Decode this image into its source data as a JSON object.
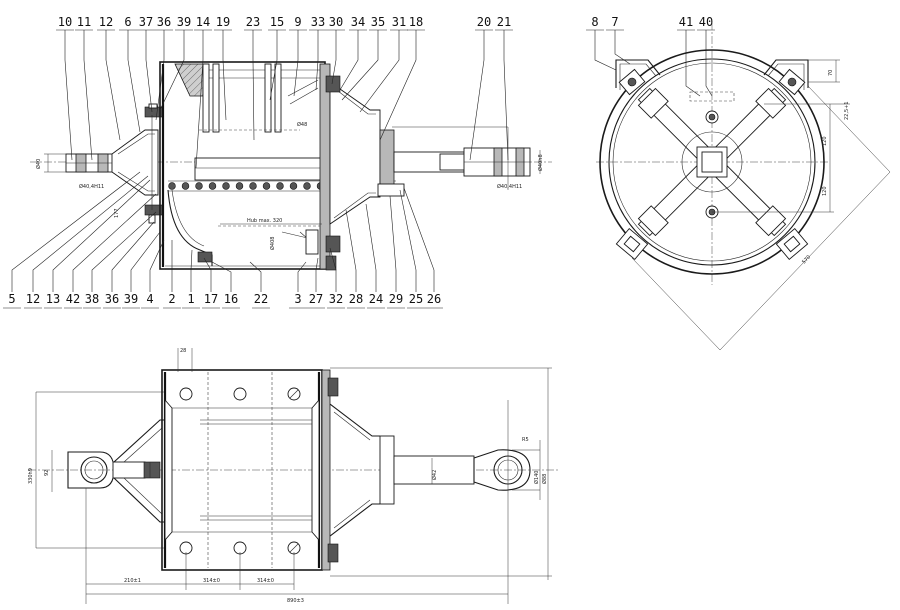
{
  "view_section": {
    "top_labels": [
      "10",
      "11",
      "12",
      "6",
      "37",
      "36",
      "39",
      "14",
      "19",
      "23",
      "15",
      "9",
      "33",
      "30",
      "34",
      "35",
      "31",
      "18",
      "20",
      "21"
    ],
    "bottom_labels": [
      "5",
      "12",
      "13",
      "42",
      "38",
      "36",
      "39",
      "4",
      "2",
      "1",
      "17",
      "16",
      "22",
      "3",
      "27",
      "32",
      "28",
      "24",
      "29",
      "25",
      "26"
    ],
    "dims": {
      "d_left_eye": "Ø40",
      "left_pin": "Ø40,4H11",
      "right_pin": "Ø40,4H11",
      "d_right_eye": "Ø40h8",
      "hub": "Hub max. 320",
      "d_chamber": "Ø408",
      "d_tube": "Ø48",
      "small": "177"
    }
  },
  "view_end": {
    "top_labels": [
      "8",
      "7",
      "41",
      "40"
    ],
    "dims": {
      "d1": "70",
      "d2": "22,5+1",
      "d3": "120",
      "d4": "120",
      "d5": "570"
    }
  },
  "view_plan": {
    "dims": {
      "top": "28",
      "height_total": "330h9",
      "height_inner": "92",
      "tube": "Ø42",
      "eye_outer": "Ø140",
      "eye_inner": "Ø88",
      "radius": "R5",
      "d1": "210±1",
      "d2": "314±0",
      "d3": "314±0",
      "total": "890±3"
    }
  },
  "colors": {
    "line": "#1a1a1a",
    "hatch": "#b8b8b8",
    "background": "#ffffff"
  }
}
